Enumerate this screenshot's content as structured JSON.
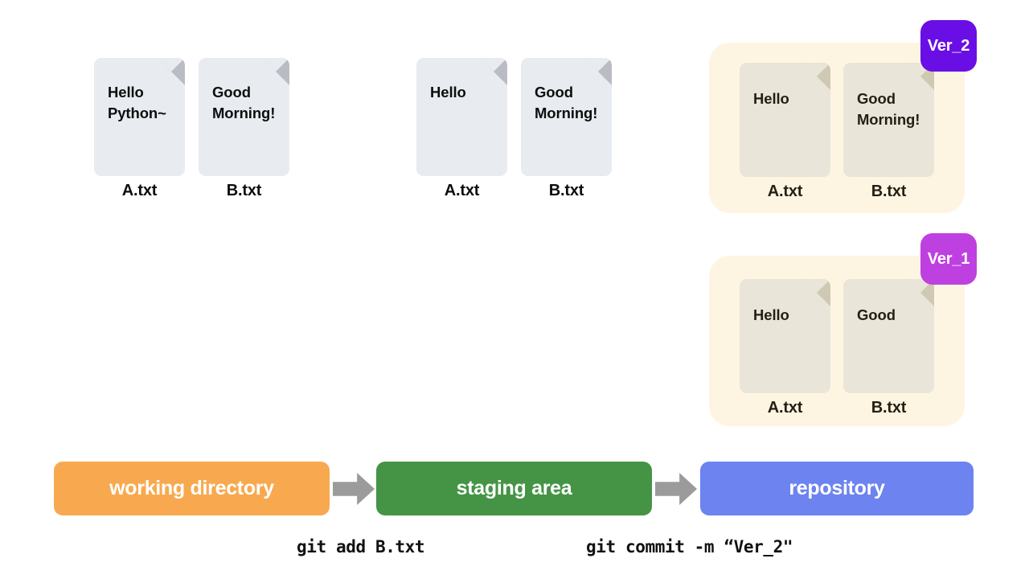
{
  "diagram": {
    "title": "git working directory / staging area / repository flow",
    "colors": {
      "background": "#ffffff",
      "file_card": "#e8ecf1",
      "file_fold": "#b9bcc2",
      "repo_panel": "#fdf5e2",
      "repo_card": "#e9e5d8",
      "repo_card_fold": "#cfc9b4",
      "working_directory": "#f8a94f",
      "staging_area": "#459445",
      "repository": "#6c83f0",
      "arrow": "#9b9b9b",
      "ver2_badge": "#6a0ee6",
      "ver1_badge": "#bf40e0",
      "text_dark": "#0d0d0d",
      "text_light": "#ffffff"
    }
  },
  "working_directory": {
    "files": [
      {
        "content": "Hello\nPython~",
        "label": "A.txt"
      },
      {
        "content": "Good\nMorning!",
        "label": "B.txt"
      }
    ]
  },
  "staging_area": {
    "files": [
      {
        "content": "Hello",
        "label": "A.txt"
      },
      {
        "content": "Good\nMorning!",
        "label": "B.txt"
      }
    ]
  },
  "repository": {
    "versions": [
      {
        "badge": "Ver_2",
        "badge_color": "#6a0ee6",
        "files": [
          {
            "content": "Hello",
            "label": "A.txt"
          },
          {
            "content": "Good\nMorning!",
            "label": "B.txt"
          }
        ]
      },
      {
        "badge": "Ver_1",
        "badge_color": "#bf40e0",
        "files": [
          {
            "content": "Hello",
            "label": "A.txt"
          },
          {
            "content": "Good",
            "label": "B.txt"
          }
        ]
      }
    ]
  },
  "stages": [
    {
      "label": "working directory",
      "color": "#f8a94f"
    },
    {
      "label": "staging area",
      "color": "#459445"
    },
    {
      "label": "repository",
      "color": "#6c83f0"
    }
  ],
  "commands": [
    {
      "text": "git add B.txt"
    },
    {
      "text": "git commit -m “Ver_2\""
    }
  ]
}
